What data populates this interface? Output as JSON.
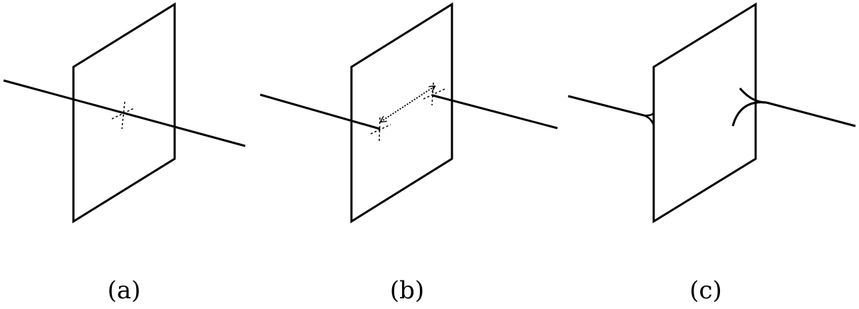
{
  "panels": [
    {
      "label": "(a)"
    },
    {
      "label": "(b)"
    },
    {
      "label": "(c)"
    }
  ],
  "colors": {
    "ink": "#000000",
    "background": "#ffffff"
  }
}
